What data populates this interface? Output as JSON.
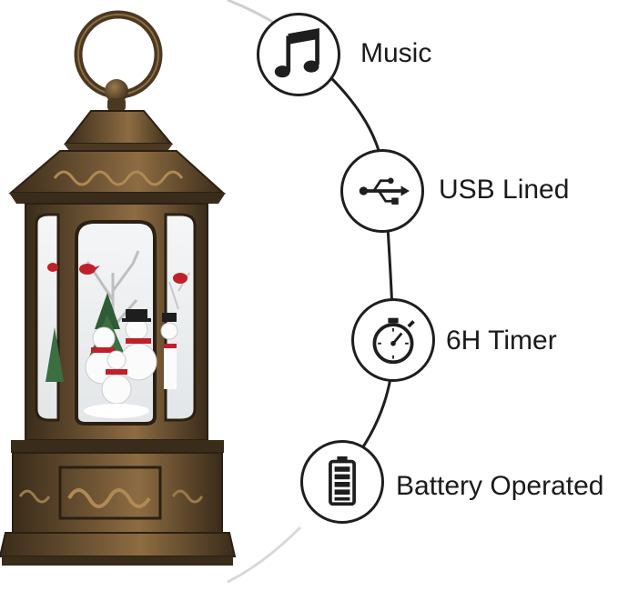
{
  "features": [
    {
      "label": "Music",
      "icon": "music-note-icon"
    },
    {
      "label": "USB Lined",
      "icon": "usb-icon"
    },
    {
      "label": "6H Timer",
      "icon": "stopwatch-icon"
    },
    {
      "label": "Battery Operated",
      "icon": "battery-icon"
    }
  ],
  "product": {
    "name": "snowman-lantern",
    "finish_color": "#5a4428",
    "accent_color": "#b08a52"
  },
  "colors": {
    "curve": "#1e1e1e",
    "text": "#1a1a1a"
  }
}
